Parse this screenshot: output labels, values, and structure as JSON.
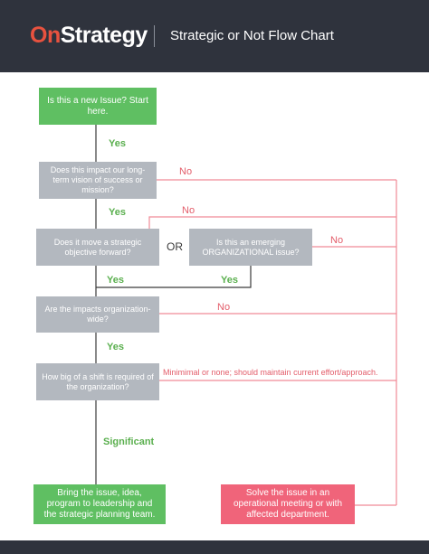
{
  "header": {
    "logo_on": "On",
    "logo_rest": "Strategy",
    "title": "Strategic or Not Flow Chart"
  },
  "nodes": {
    "start": "Is this a new Issue? Start here.",
    "q1": "Does this impact our long-term vision of success or mission?",
    "q2a": "Does it move a strategic objective forward?",
    "q2b": "Is this an emerging ORGANIZATIONAL issue?",
    "q3": "Are the impacts organization-wide?",
    "q4": "How big of a shift is required of the organization?",
    "end_strategic": "Bring the issue, idea, program  to leadership and the strategic planning team.",
    "end_operational": "Solve the issue in an operational meeting or with affected department."
  },
  "labels": {
    "yes": "Yes",
    "no": "No",
    "or": "OR",
    "significant": "Significant",
    "minimal": "Minimimal or none; should maintain current effort/approach."
  },
  "colors": {
    "header_bg": "#2f333d",
    "accent": "#e8523f",
    "green": "#5fbf62",
    "grey": "#b3b8bf",
    "red": "#f0647a",
    "no_line": "#f08a96"
  }
}
